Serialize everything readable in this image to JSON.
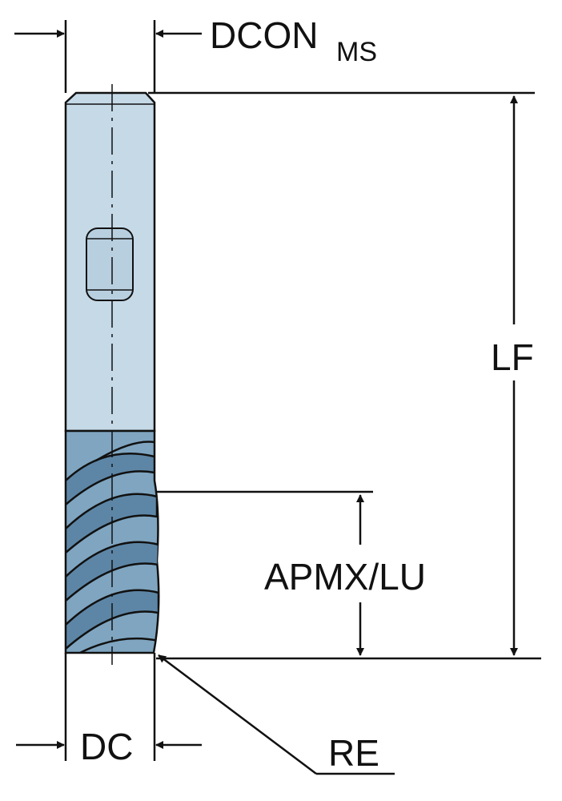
{
  "labels": {
    "dcon_main": "DCON",
    "dcon_sub": "MS",
    "lf": "LF",
    "apmx_lu": "APMX/LU",
    "dc": "DC",
    "re": "RE"
  },
  "colors": {
    "shank_fill": "#c5d9e7",
    "shank_shade": "#a9c4d8",
    "flute_fill": "#7fa5c0",
    "flute_dark": "#5d86a6",
    "line": "#111111"
  }
}
